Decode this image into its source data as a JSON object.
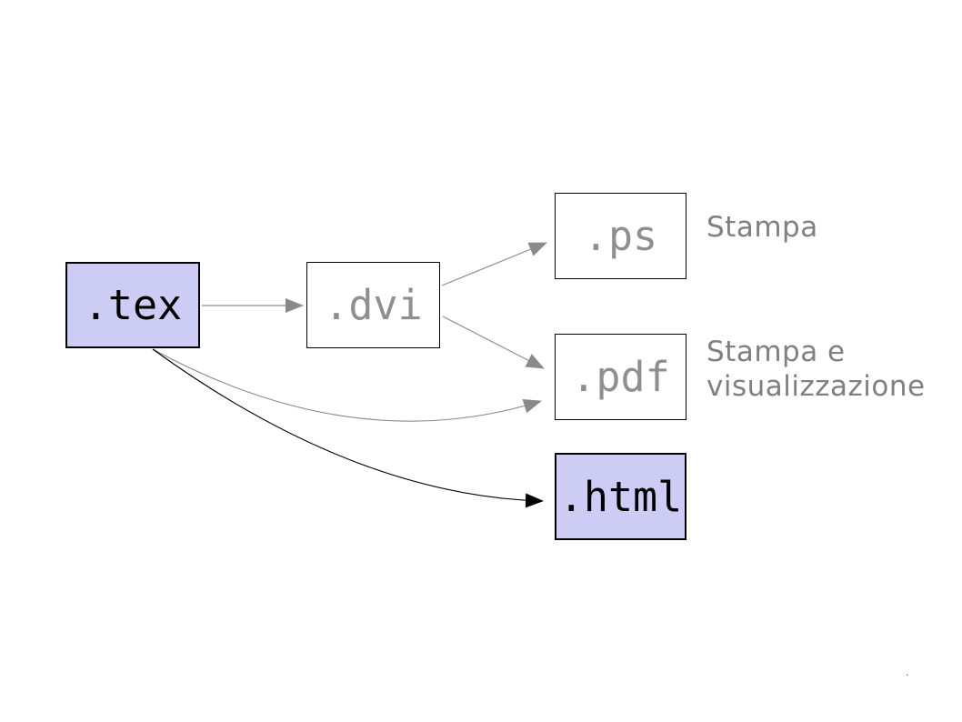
{
  "background": "#ffffff",
  "diagram": {
    "nodes": {
      "tex": {
        "label": ".tex",
        "fill": "#ccccf5",
        "text_color": "#000000",
        "border_color": "#000000"
      },
      "dvi": {
        "label": ".dvi",
        "fill": "#ffffff",
        "text_color": "#8f8f8f",
        "border_color": "#000000"
      },
      "ps": {
        "label": ".ps",
        "fill": "#ffffff",
        "text_color": "#8f8f8f",
        "border_color": "#000000"
      },
      "pdf": {
        "label": ".pdf",
        "fill": "#ffffff",
        "text_color": "#8f8f8f",
        "border_color": "#000000"
      },
      "html": {
        "label": ".html",
        "fill": "#ccccf5",
        "text_color": "#000000",
        "border_color": "#000000"
      }
    },
    "annotations": {
      "ps": {
        "text": "Stampa"
      },
      "pdf": {
        "line1": "Stampa e",
        "line2": "visualizzazione"
      }
    },
    "edges": [
      {
        "from": "tex",
        "to": "dvi",
        "style": "straight",
        "color": "#8a8a8a"
      },
      {
        "from": "dvi",
        "to": "ps",
        "style": "straight",
        "color": "#8a8a8a"
      },
      {
        "from": "dvi",
        "to": "pdf",
        "style": "straight",
        "color": "#8a8a8a"
      },
      {
        "from": "tex",
        "to": "pdf",
        "style": "curved",
        "color": "#8a8a8a"
      },
      {
        "from": "tex",
        "to": "html",
        "style": "curved",
        "color": "#000000"
      }
    ],
    "corner_mark": "."
  }
}
